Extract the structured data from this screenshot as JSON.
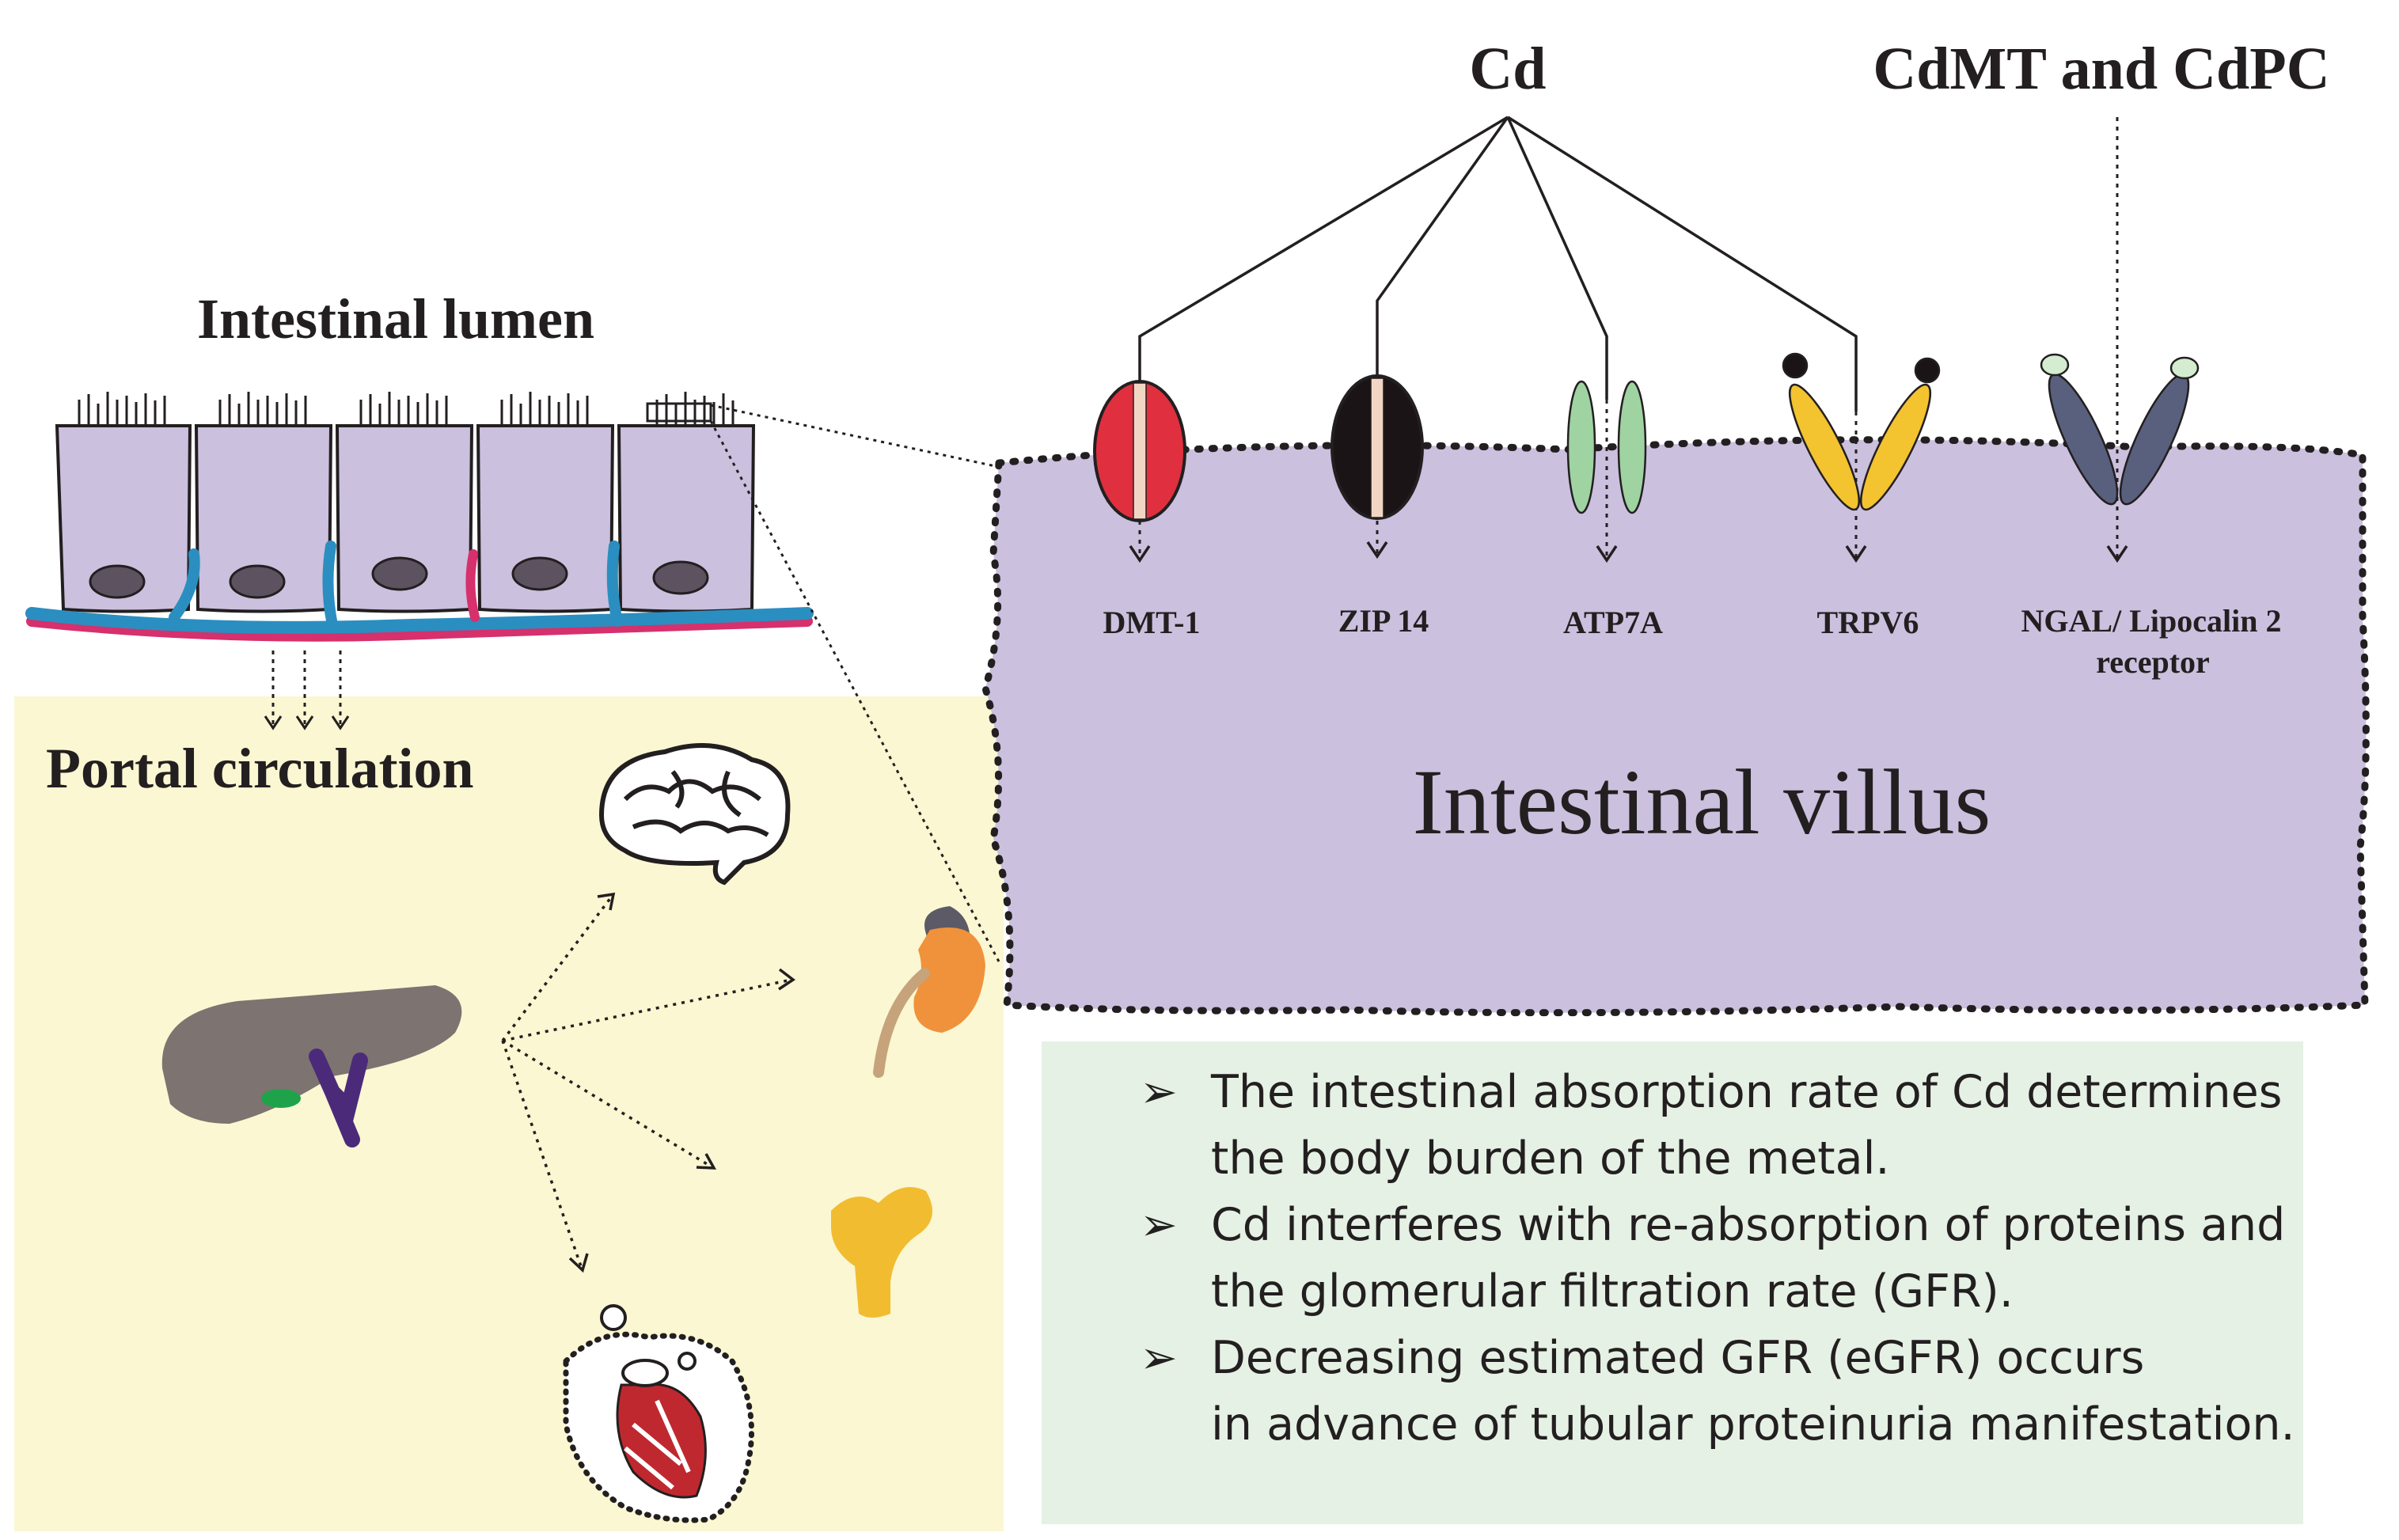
{
  "labels": {
    "cd": "Cd",
    "cdmt_cdpc": "CdMT and CdPC",
    "intestinal_lumen": "Intestinal lumen",
    "portal_circulation": "Portal circulation",
    "intestinal_villus": "Intestinal villus"
  },
  "transporters": [
    {
      "label": "DMT-1",
      "color": "#e0303f"
    },
    {
      "label": "ZIP 14",
      "color": "#1a1416"
    },
    {
      "label": "ATP7A",
      "color": "#9fd3a2"
    },
    {
      "label": "TRPV6",
      "color": "#f3c330"
    },
    {
      "label": "NGAL/ Lipocalin 2",
      "label2": "receptor",
      "color": "#58607e"
    }
  ],
  "bullets": [
    {
      "line1": "The intestinal absorption rate of Cd determines",
      "line2": "the body burden of the metal."
    },
    {
      "line1": "Cd interferes with re-absorption of proteins and",
      "line2": "the glomerular filtration rate (GFR)."
    },
    {
      "line1": "Decreasing estimated GFR (eGFR) occurs",
      "line2": "in advance of tubular proteinuria manifestation."
    }
  ],
  "organs": [
    "brain-icon",
    "kidney-icon",
    "bone-icon",
    "heart-icon",
    "liver-icon"
  ],
  "colors": {
    "villus": "#cbc0de",
    "portal_bg": "#faf7d2",
    "bullet_bg": "#e5f1e4",
    "cell": "#cbc0de",
    "blue_vessel": "#2b8ec0",
    "red_vessel": "#d6306d"
  }
}
